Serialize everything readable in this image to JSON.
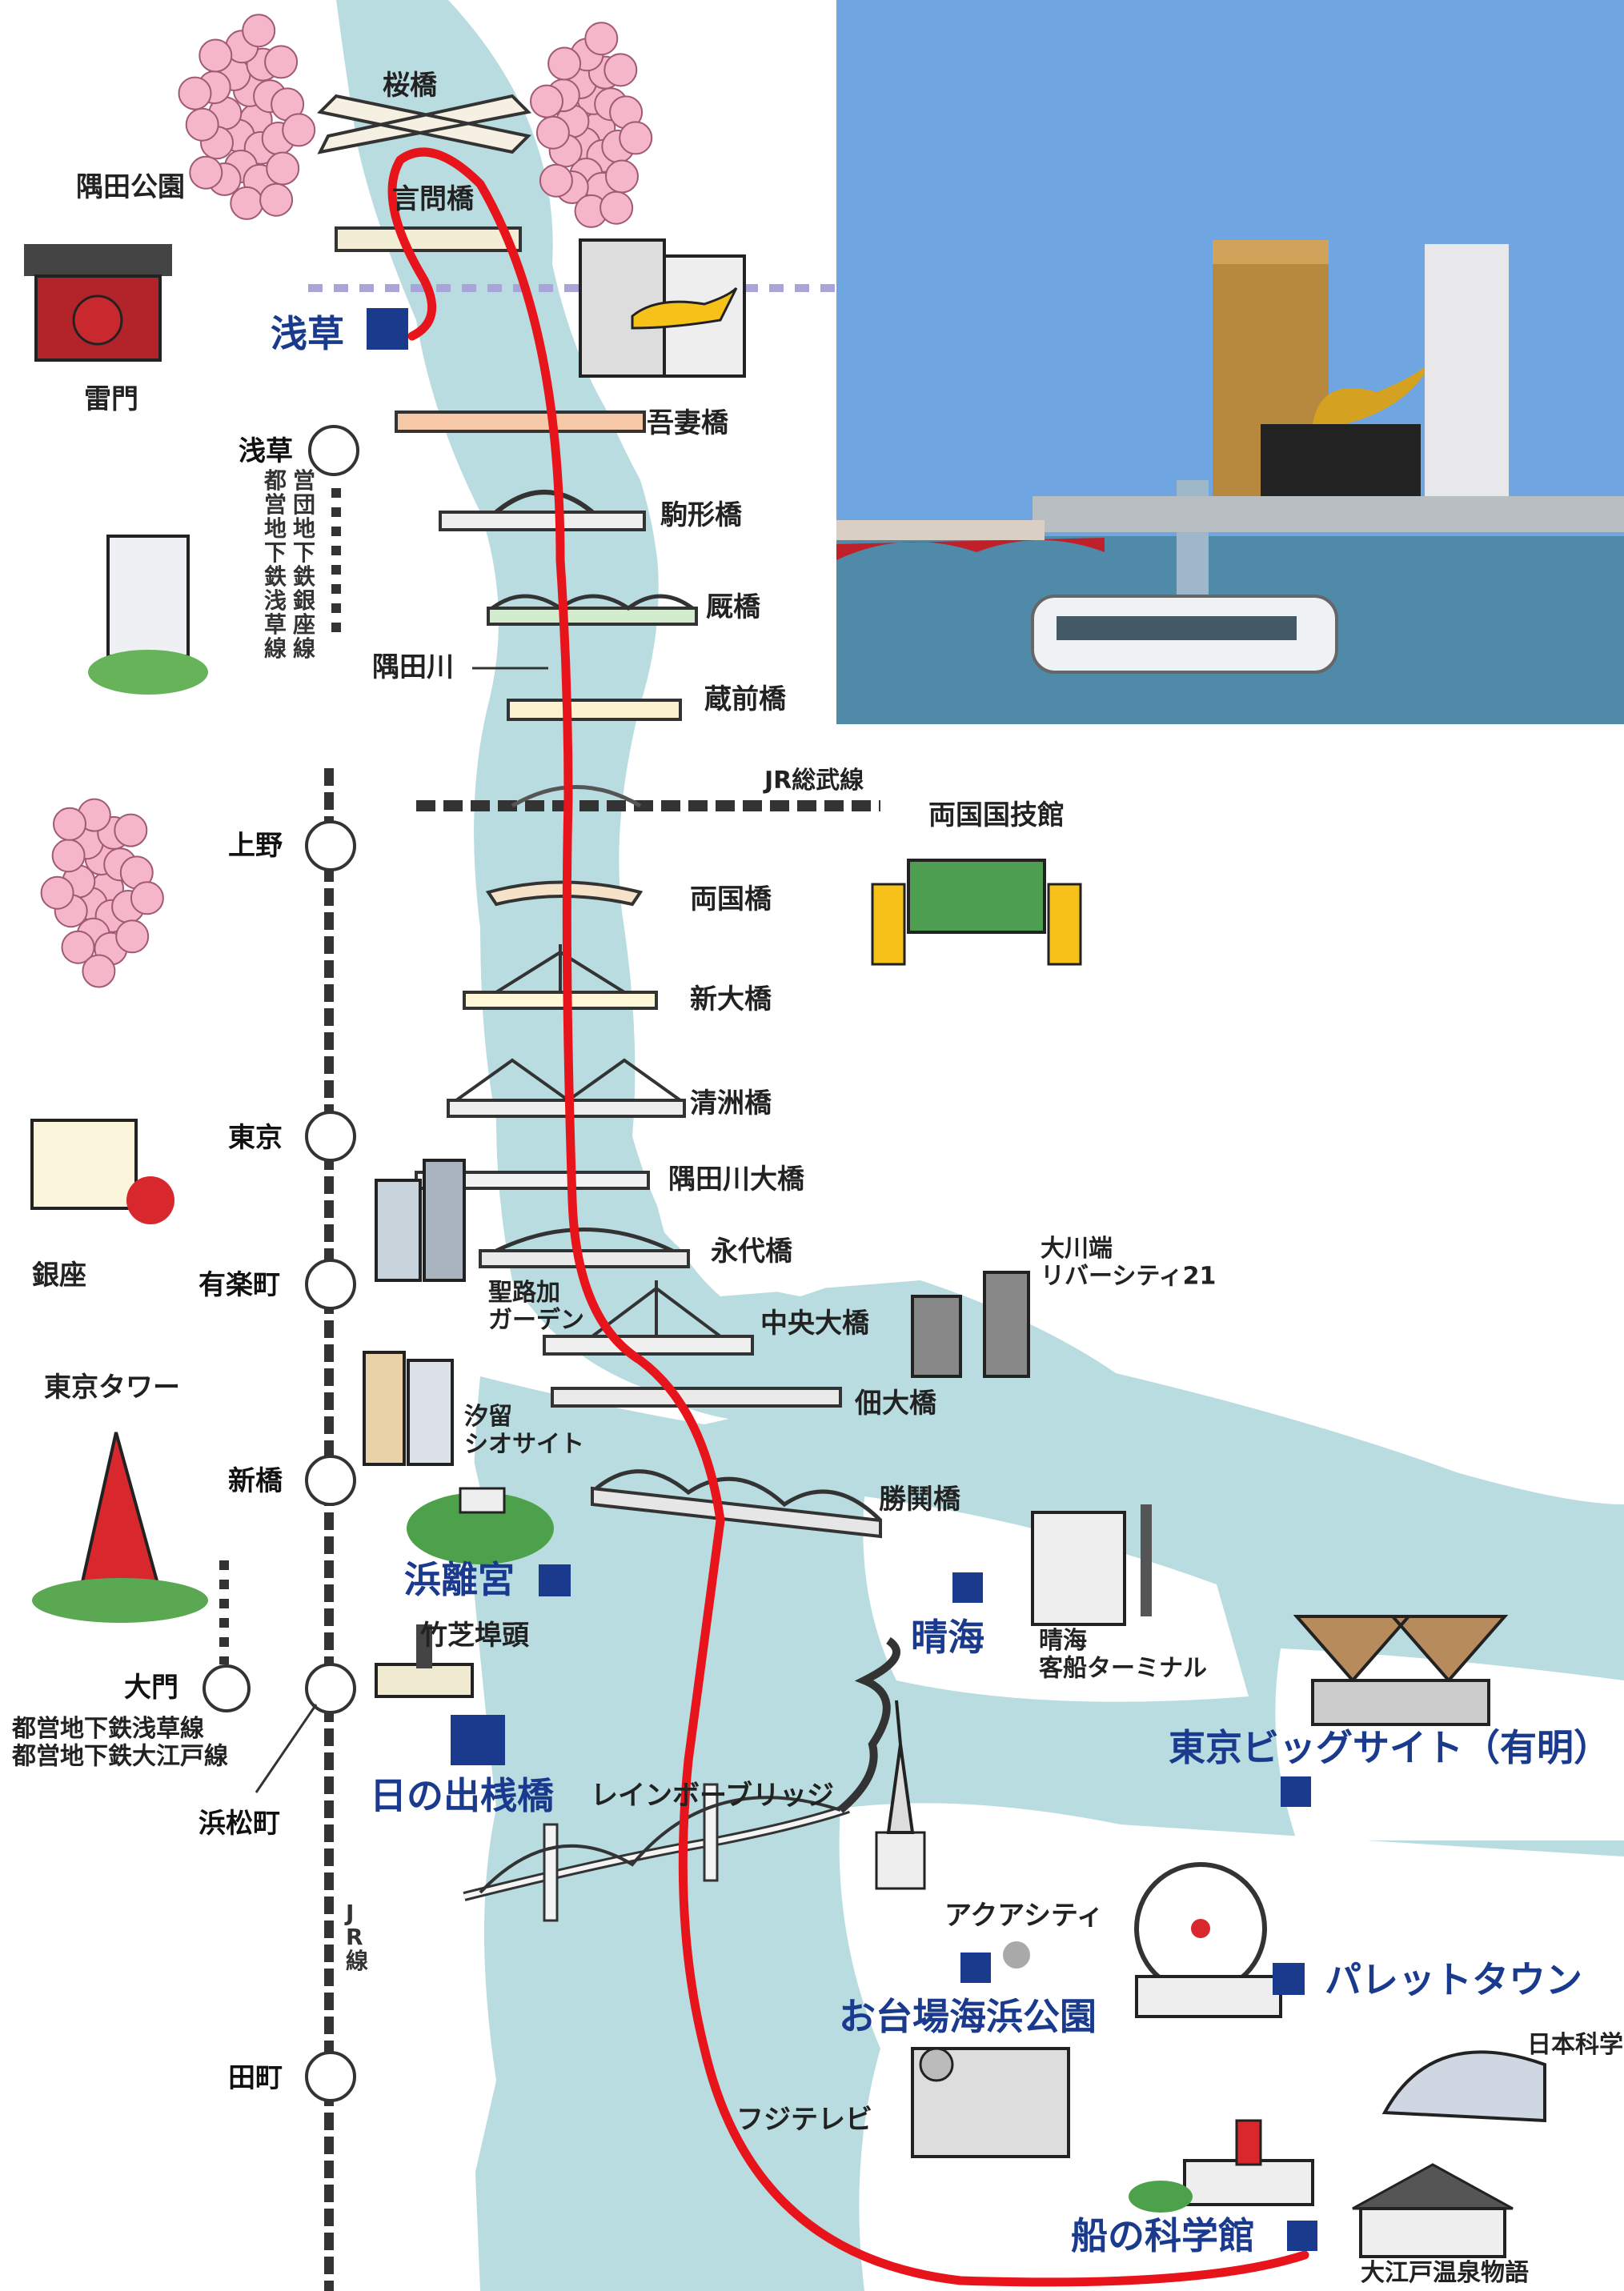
{
  "colors": {
    "water": "#b8dcdf",
    "route": "#e8141c",
    "stop_marker": "#1a3a8e",
    "jr_line": "#333333",
    "sakura": "#f4b6c8",
    "photo_sky": "#6fa6e2",
    "photo_river": "#4f8aa8"
  },
  "river": {
    "name": "隅田川"
  },
  "bridges": [
    {
      "key": "sakura",
      "label": "桜橋"
    },
    {
      "key": "kototoi",
      "label": "言問橋"
    },
    {
      "key": "azuma",
      "label": "吾妻橋"
    },
    {
      "key": "komagata",
      "label": "駒形橋"
    },
    {
      "key": "umaya",
      "label": "厩橋"
    },
    {
      "key": "kuramae",
      "label": "蔵前橋"
    },
    {
      "key": "ryogoku",
      "label": "両国橋"
    },
    {
      "key": "shinohashi",
      "label": "新大橋"
    },
    {
      "key": "kiyosu",
      "label": "清洲橋"
    },
    {
      "key": "sumidaohashi",
      "label": "隅田川大橋"
    },
    {
      "key": "eitai",
      "label": "永代橋"
    },
    {
      "key": "chuoohashi",
      "label": "中央大橋"
    },
    {
      "key": "tsukuda",
      "label": "佃大橋"
    },
    {
      "key": "kachidoki",
      "label": "勝鬨橋"
    },
    {
      "key": "rainbow",
      "label": "レインボーブリッジ"
    }
  ],
  "railway": {
    "jr_sobu": "JR総武線"
  },
  "landmarks": {
    "sumida_park": "隅田公園",
    "kaminarimon": "雷門",
    "kokugikan": "両国国技館",
    "ginza": "銀座",
    "tokyo_tower": "東京タワー",
    "seiroka": "聖路加\nガーデン",
    "okawabata": "大川端\nリバーシティ21",
    "shiodome": "汐留\nシオサイト",
    "takeshiba": "竹芝埠頭",
    "harumi_terminal": "晴海\n客船ターミナル",
    "aqua_city": "アクアシティ",
    "fuji_tv": "フジテレビ",
    "miraikan": "日本科学",
    "oedo_onsen": "大江戸温泉物語"
  },
  "jr_stations": [
    {
      "key": "ueno",
      "label": "上野"
    },
    {
      "key": "tokyo",
      "label": "東京"
    },
    {
      "key": "yurakucho",
      "label": "有楽町"
    },
    {
      "key": "shimbashi",
      "label": "新橋"
    },
    {
      "key": "hamamatsucho",
      "label": "浜松町"
    },
    {
      "key": "tamachi",
      "label": "田町"
    }
  ],
  "jr_line_label": "JR線",
  "subway": {
    "asakusa_station": "浅草",
    "asakusa_lines": "都営地下鉄浅草線　営団地下鉄銀座線",
    "daimon_station": "大門",
    "daimon_lines": "都営地下鉄浅草線\n都営地下鉄大江戸線"
  },
  "stops": [
    {
      "key": "asakusa",
      "label": "浅草"
    },
    {
      "key": "hamarikyu",
      "label": "浜離宮"
    },
    {
      "key": "hinode",
      "label": "日の出桟橋"
    },
    {
      "key": "harumi",
      "label": "晴海"
    },
    {
      "key": "bigsight",
      "label": "東京ビッグサイト（有明）"
    },
    {
      "key": "odaiba",
      "label": "お台場海浜公園"
    },
    {
      "key": "palette",
      "label": "パレットタウン"
    },
    {
      "key": "funenokagakukan",
      "label": "船の科学館"
    }
  ]
}
